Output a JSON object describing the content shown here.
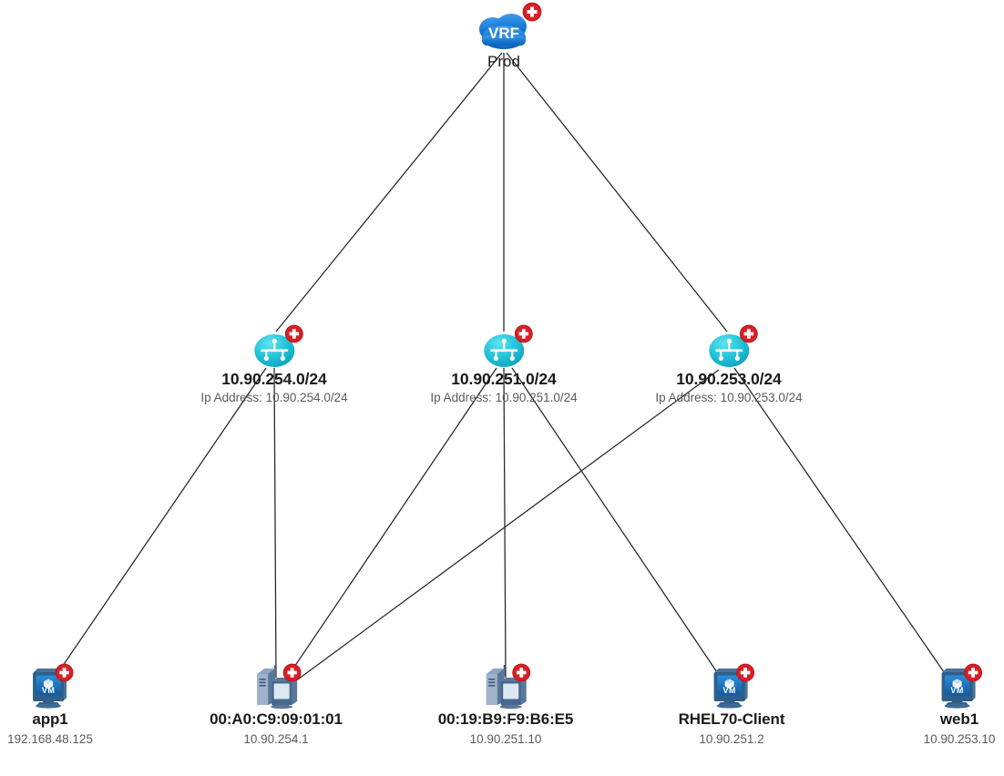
{
  "diagram": {
    "title": "Network Topology",
    "background_color": "#ffffff",
    "edge_color": "#2b2b2b"
  },
  "colors": {
    "vrf_cloud": "#1877d2",
    "vrf_cloud_dark": "#0f63b8",
    "network_node": "#23c3d8",
    "network_node_dark": "#0fa8c4",
    "badge_red": "#d81f26",
    "vm_blue": "#1e6fb8",
    "vm_frame": "#2e5f8a",
    "pc_body": "#7b93b3",
    "pc_dark": "#3d5a7d",
    "label_primary": "#1a1a1a",
    "label_secondary": "#5a5a5a"
  },
  "vrf": {
    "icon": "cloud-icon",
    "badge_icon": "add-badge-icon",
    "type_label": "VRF",
    "name": "Prod"
  },
  "networks": [
    {
      "id": "net-254",
      "icon": "network-segment-icon",
      "badge_icon": "add-badge-icon",
      "title": "10.90.254.0/24",
      "subtitle": "Ip Address: 10.90.254.0/24"
    },
    {
      "id": "net-251",
      "icon": "network-segment-icon",
      "badge_icon": "add-badge-icon",
      "title": "10.90.251.0/24",
      "subtitle": "Ip Address: 10.90.251.0/24"
    },
    {
      "id": "net-253",
      "icon": "network-segment-icon",
      "badge_icon": "add-badge-icon",
      "title": "10.90.253.0/24",
      "subtitle": "Ip Address: 10.90.253.0/24"
    }
  ],
  "endpoints": [
    {
      "id": "endpoint-app1",
      "icon": "vm-monitor-icon",
      "icon_text": "VM",
      "badge_icon": "add-badge-icon",
      "name": "app1",
      "address": "192.168.48.125"
    },
    {
      "id": "endpoint-pc-00a0c9",
      "icon": "workstation-icon",
      "badge_icon": "add-badge-icon",
      "name": "00:A0:C9:09:01:01",
      "address": "10.90.254.1"
    },
    {
      "id": "endpoint-pc-0019b9",
      "icon": "workstation-icon",
      "badge_icon": "add-badge-icon",
      "name": "00:19:B9:F9:B6:E5",
      "address": "10.90.251.10"
    },
    {
      "id": "endpoint-rhel70",
      "icon": "vm-monitor-icon",
      "icon_text": "VM",
      "badge_icon": "add-badge-icon",
      "name": "RHEL70-Client",
      "address": "10.90.251.2"
    },
    {
      "id": "endpoint-web1",
      "icon": "vm-monitor-icon",
      "icon_text": "VM",
      "badge_icon": "add-badge-icon",
      "name": "web1",
      "address": "10.90.253.10"
    }
  ],
  "links": [
    {
      "from": "vrf",
      "to": "net-254"
    },
    {
      "from": "vrf",
      "to": "net-251"
    },
    {
      "from": "vrf",
      "to": "net-253"
    },
    {
      "from": "net-254",
      "to": "endpoint-app1"
    },
    {
      "from": "net-254",
      "to": "endpoint-pc-00a0c9"
    },
    {
      "from": "net-251",
      "to": "endpoint-pc-00a0c9"
    },
    {
      "from": "net-251",
      "to": "endpoint-pc-0019b9"
    },
    {
      "from": "net-251",
      "to": "endpoint-rhel70"
    },
    {
      "from": "net-253",
      "to": "endpoint-pc-00a0c9"
    },
    {
      "from": "net-253",
      "to": "endpoint-web1"
    }
  ]
}
